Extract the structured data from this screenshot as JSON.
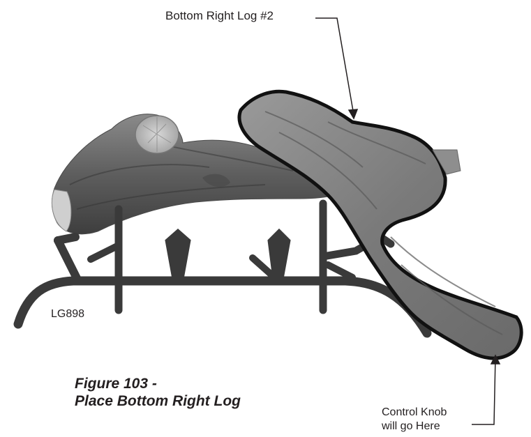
{
  "callouts": {
    "bottom_right_log": "Bottom Right Log #2",
    "control_knob_line1": "Control Knob",
    "control_knob_line2": "will go Here"
  },
  "model_code": "LG898",
  "caption": {
    "line1": "Figure 103 -",
    "line2": "Place Bottom Right Log"
  },
  "colors": {
    "text": "#231f20",
    "grate": "#3a3a3a",
    "outline": "#111111"
  }
}
